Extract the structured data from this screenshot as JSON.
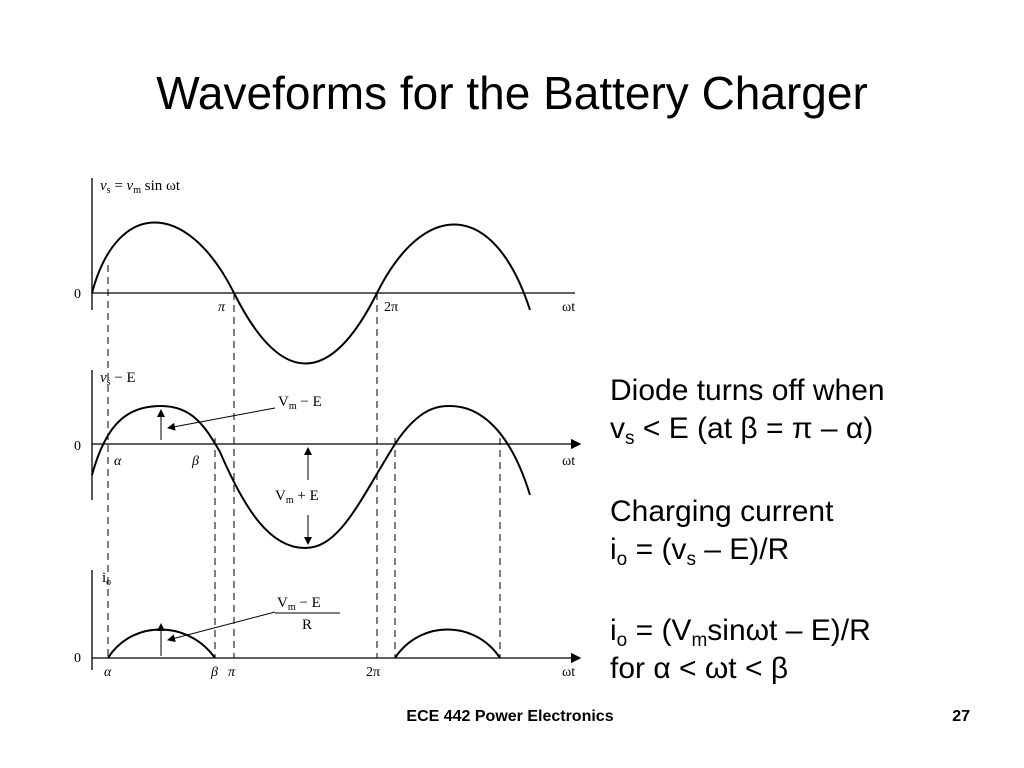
{
  "slide": {
    "title": "Waveforms for the Battery Charger",
    "footer": "ECE 442 Power Electronics",
    "page_number": "27"
  },
  "bullets": {
    "b1_line1": "Diode turns off when",
    "b1_line2_pre": "v",
    "b1_line2_sub": "s",
    "b1_line2_post": " < E (at β = π – α)",
    "b2_line1": "Charging current",
    "b2_line2_a": "i",
    "b2_line2_sub1": "o",
    "b2_line2_b": " = (v",
    "b2_line2_sub2": "s",
    "b2_line2_c": " – E)/R",
    "b3_line1_a": "i",
    "b3_line1_sub1": "o",
    "b3_line1_b": " = (V",
    "b3_line1_sub2": "m",
    "b3_line1_c": "sinωt – E)/R",
    "b3_line2": "for  α < ωt < β"
  },
  "figure": {
    "p1": {
      "ylabel_v": "v",
      "ylabel_s": "s",
      "ylabel_eq": " = ",
      "ylabel_v2": "v",
      "ylabel_m": "m",
      "ylabel_rest": " sin ωt",
      "zero": "0",
      "pi": "π",
      "twopi": "2π",
      "wt": "ωt"
    },
    "p2": {
      "ylabel_v": "v",
      "ylabel_s": "s",
      "ylabel_rest": " − E",
      "zero": "0",
      "alpha": "α",
      "beta": "β",
      "wt": "ωt",
      "ann1_V": "V",
      "ann1_m": "m",
      "ann1_rest": " − E",
      "ann2_V": "V",
      "ann2_m": "m",
      "ann2_rest": " + E"
    },
    "p3": {
      "ylabel_i": "i",
      "ylabel_o": "o",
      "zero": "0",
      "alpha": "α",
      "beta": "β",
      "pi": "π",
      "twopi": "2π",
      "wt": "ωt",
      "ann_V": "V",
      "ann_m": "m",
      "ann_rest": " − E",
      "ann_den": "R"
    }
  }
}
